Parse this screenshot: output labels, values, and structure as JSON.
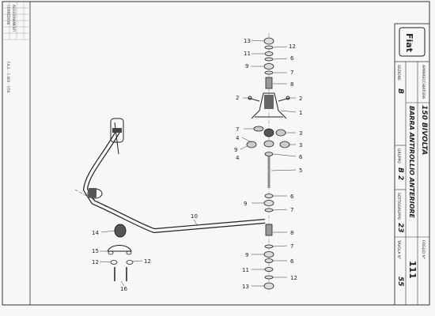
{
  "title_block": {
    "brand": "Fiat",
    "apparatus_label": "APPARECCHIATURA",
    "model": "150 BIVOLTA",
    "section_label": "SEZIONE",
    "section": "B",
    "group_label": "GRUPPO",
    "group": "B 2",
    "subgroup_label": "SOTTOGRUPPO",
    "subgroup": "23",
    "title": "BARRA ANTIROLLIO ANTERIORE",
    "sheet_label": "FOGLIO N°",
    "sheet": "111",
    "table_label": "TAVOLA N°",
    "table": "55"
  },
  "side_notes": {
    "top": "CORREZIONI",
    "middle": "AGGIORNAMENTI",
    "bottom": "F.A.S. - 1.000 - 7/58"
  },
  "callouts": [
    "13",
    "12",
    "11",
    "6",
    "9",
    "7",
    "8",
    "2",
    "2",
    "1",
    "7",
    "3",
    "4",
    "3",
    "9",
    "4",
    "6",
    "5",
    "6",
    "9",
    "7",
    "8",
    "7",
    "9",
    "6",
    "11",
    "12",
    "13",
    "10",
    "14",
    "15",
    "12",
    "12",
    "16"
  ]
}
